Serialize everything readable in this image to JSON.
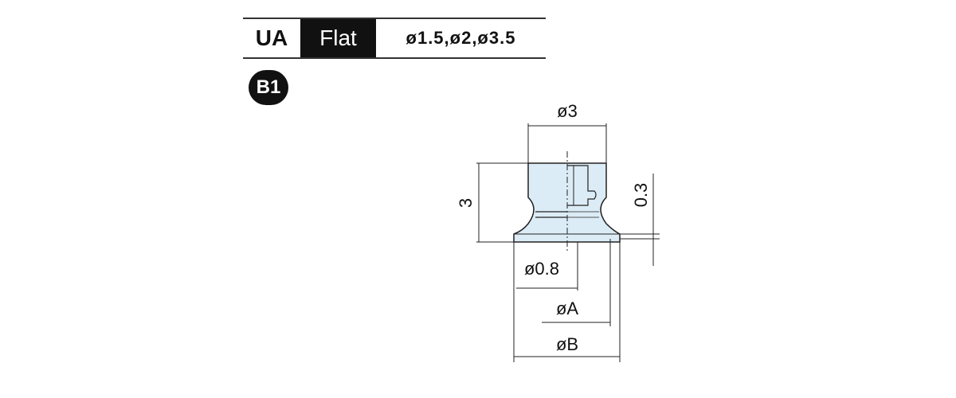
{
  "header": {
    "series": "UA",
    "type": "Flat",
    "sizes": "ø1.5,ø2,ø3.5"
  },
  "badge": "B1",
  "dimensions": {
    "top_diameter": "ø3",
    "height": "3",
    "lip_thickness": "0.3",
    "hole_diameter": "ø0.8",
    "diameter_a": "øA",
    "diameter_b": "øB"
  },
  "colors": {
    "pad_fill": "#dcecf6",
    "header_dark": "#111111"
  }
}
